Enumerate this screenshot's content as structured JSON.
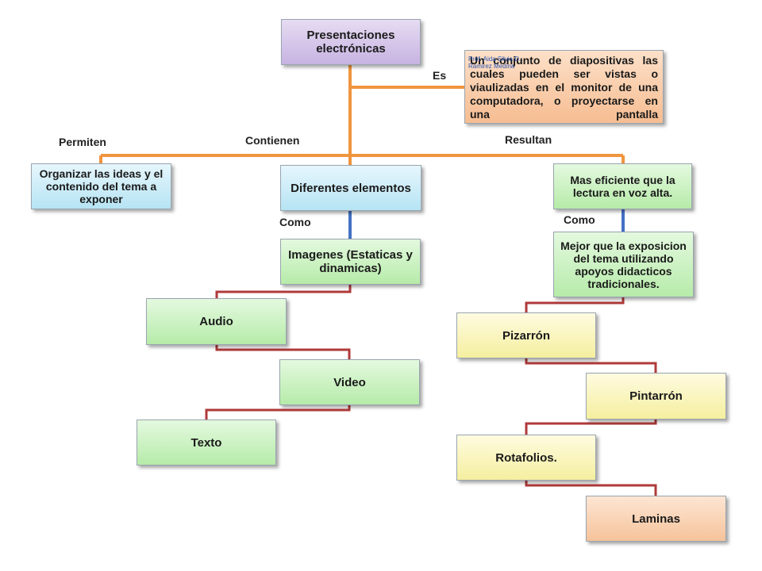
{
  "colors": {
    "orange_line": "#f0953f",
    "blue_line": "#4472c4",
    "red_line": "#b03a3a"
  },
  "nodes": {
    "root": "Presentaciones electrónicas",
    "definition": "Un conjunto de diapositivas las cuales pueden ser vistas o viaulizadas en el monitor de una computadora, o proyectarse en una pantalla",
    "organizar": "Organizar las ideas y el contenido del tema a exponer",
    "diferentes": "Diferentes elementos",
    "eficiente": "Mas eficiente que la lectura en voz alta.",
    "imagenes": "Imagenes (Estaticas y dinamicas)",
    "audio": "Audio",
    "video": "Video",
    "texto": "Texto",
    "mejor": "Mejor que la exposicion del tema utilizando apoyos didacticos tradicionales.",
    "pizarron": "Pizarrón",
    "pintarron": "Pintarrón",
    "rotafolios": "Rotafolios.",
    "laminas": "Laminas"
  },
  "labels": {
    "es": "Es",
    "permiten": "Permiten",
    "contienen": "Contienen",
    "resultan": "Resultan",
    "como_left": "Como",
    "como_right": "Como"
  },
  "overlay_text": {
    "line1": "Prof. Aida Silvia D.",
    "line2": "Ramirez Medina"
  }
}
